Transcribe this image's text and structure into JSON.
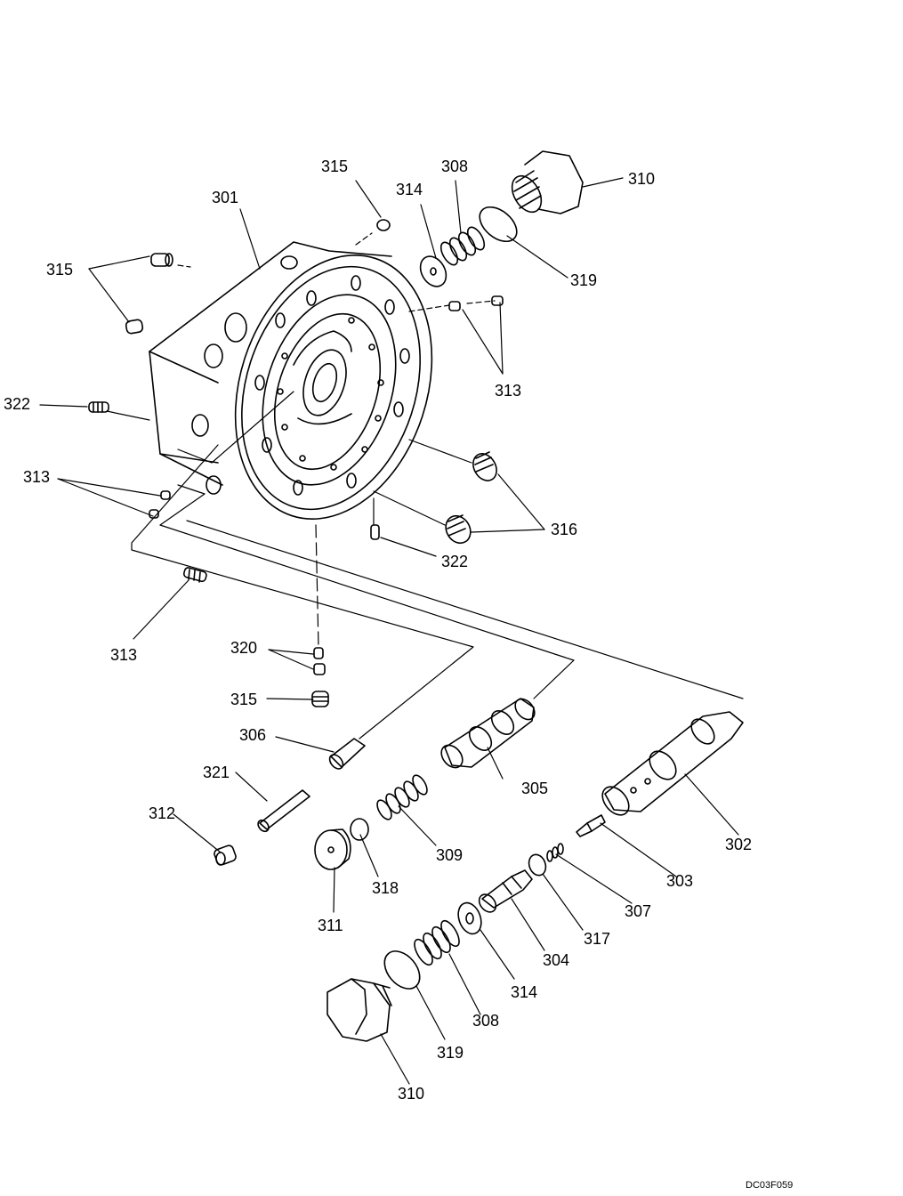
{
  "diagram": {
    "drawing_code": "DC03F059",
    "labels": {
      "p301": "301",
      "p315a": "315",
      "p315b": "315",
      "p315c": "315",
      "p308a": "308",
      "p314a": "314",
      "p310a": "310",
      "p319a": "319",
      "p313a": "313",
      "p322a": "322",
      "p313b": "313",
      "p316": "316",
      "p322b": "322",
      "p313c": "313",
      "p320": "320",
      "p306": "306",
      "p305": "305",
      "p321": "321",
      "p312": "312",
      "p309": "309",
      "p302": "302",
      "p318": "318",
      "p311": "311",
      "p303": "303",
      "p307": "307",
      "p317": "317",
      "p304": "304",
      "p314b": "314",
      "p308b": "308",
      "p319b": "319",
      "p310b": "310"
    }
  }
}
